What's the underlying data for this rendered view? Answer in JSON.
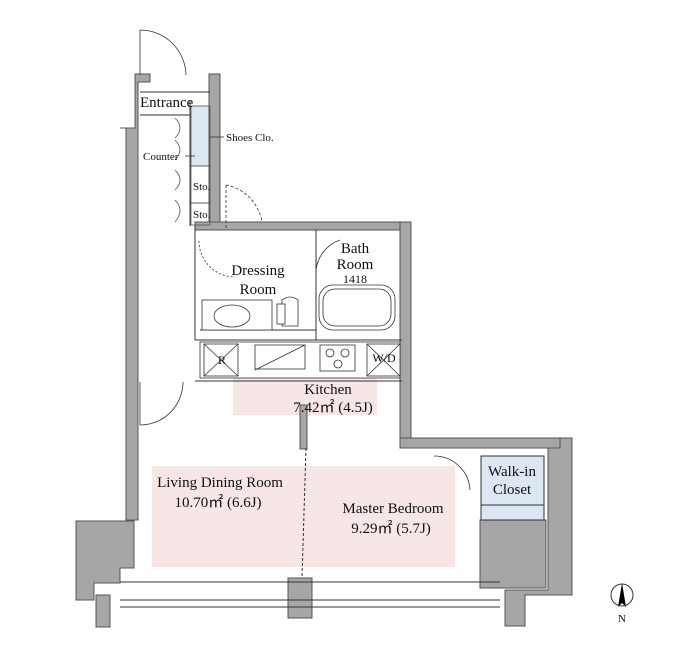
{
  "rooms": {
    "entrance": "Entrance",
    "shoes_closet": "Shoes Clo.",
    "counter": "Counter",
    "storage_1": "Sto.",
    "storage_2": "Sto.",
    "dressing_line1": "Dressing",
    "dressing_line2": "Room",
    "bath_line1": "Bath",
    "bath_line2": "Room",
    "bath_size": "1418",
    "refrigerator": "R",
    "washer_dryer": "W/D",
    "kitchen_name": "Kitchen",
    "kitchen_area": "7.42㎡ (4.5J)",
    "living_name": "Living Dining Room",
    "living_area": "10.70㎡ (6.6J)",
    "master_name": "Master Bedroom",
    "master_area": "9.29㎡ (5.7J)",
    "walkin_line1": "Walk-in",
    "walkin_line2": "Closet"
  },
  "compass": {
    "label": "N"
  },
  "colors": {
    "wall": "#a6a6a6",
    "wall_stroke": "#555555",
    "room_highlight": "#f6e6e6",
    "closet_fill": "#dde7f3",
    "line": "#333333"
  }
}
